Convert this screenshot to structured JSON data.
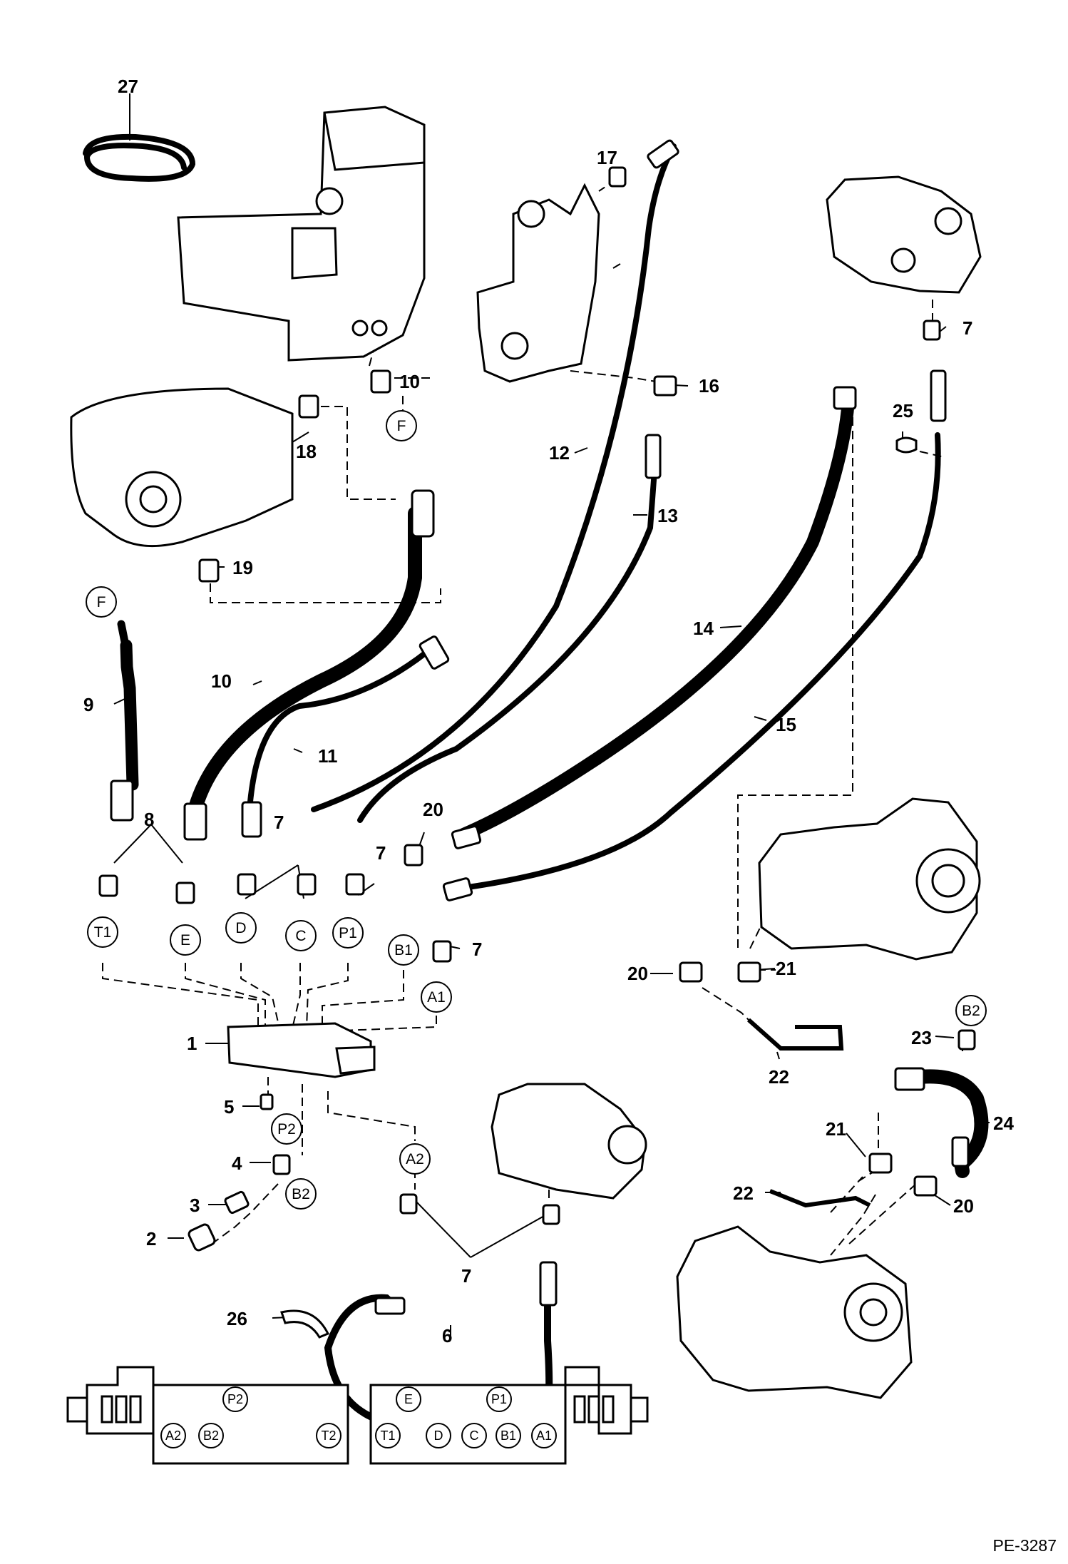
{
  "reference": "PE-3287",
  "callouts": {
    "c1": "1",
    "c2": "2",
    "c3": "3",
    "c4": "4",
    "c5": "5",
    "c6": "6",
    "c7a": "7",
    "c7b": "7",
    "c7c": "7",
    "c7d": "7",
    "c7e": "7",
    "c8": "8",
    "c9": "9",
    "c10a": "10",
    "c10b": "10",
    "c11": "11",
    "c12": "12",
    "c13": "13",
    "c14": "14",
    "c15": "15",
    "c16": "16",
    "c17": "17",
    "c18": "18",
    "c19": "19",
    "c20a": "20",
    "c20b": "20",
    "c20c": "20",
    "c21a": "21",
    "c21b": "21",
    "c22a": "22",
    "c22b": "22",
    "c23": "23",
    "c24": "24",
    "c25": "25",
    "c26": "26",
    "c27": "27"
  },
  "ports": {
    "F_top": "F",
    "F_hose": "F",
    "T1": "T1",
    "E": "E",
    "D": "D",
    "C": "C",
    "P1": "P1",
    "B1": "B1",
    "A1": "A1",
    "P2": "P2",
    "B2_lower": "B2",
    "A2": "A2",
    "B2_right": "B2"
  },
  "block_left": {
    "P2": "P2",
    "A2": "A2",
    "B2": "B2",
    "T2": "T2"
  },
  "block_right": {
    "E": "E",
    "P1": "P1",
    "T1": "T1",
    "D": "D",
    "C": "C",
    "B1": "B1",
    "A1": "A1"
  }
}
